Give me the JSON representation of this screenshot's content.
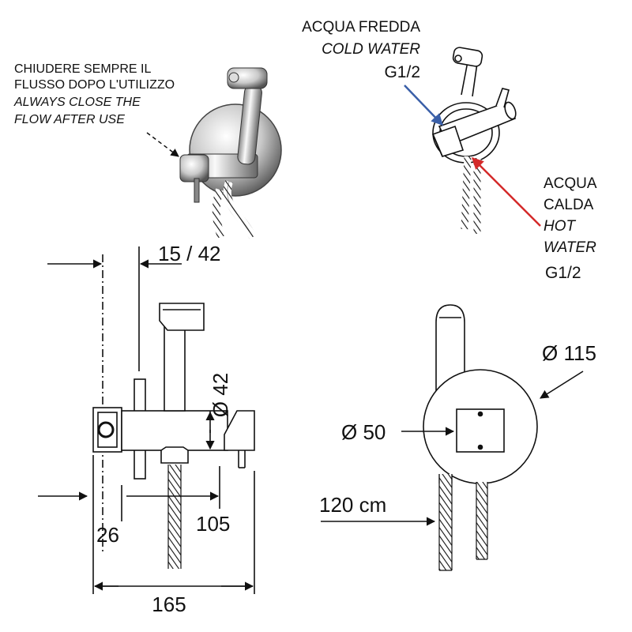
{
  "notes": {
    "close_flow_it_1": "CHIUDERE SEMPRE IL",
    "close_flow_it_2": "FLUSSO DOPO L'UTILIZZO",
    "close_flow_en_1": "ALWAYS CLOSE THE",
    "close_flow_en_2": "FLOW AFTER  USE"
  },
  "cold_water": {
    "it": "ACQUA FREDDA",
    "en": "COLD WATER",
    "thread": "G1/2"
  },
  "hot_water": {
    "it_1": "ACQUA",
    "it_2": "CALDA",
    "en_1": "HOT",
    "en_2": "WATER",
    "thread": "G1/2"
  },
  "dimensions": {
    "projection": "15 / 42",
    "handle_diameter": "Ø 42",
    "wall_offset": "26",
    "spout_length": "105",
    "total_length": "165",
    "plate_diameter": "Ø 115",
    "inner_diameter": "Ø 50",
    "hose_length": "120 cm"
  },
  "colors": {
    "cold_arrow": "#3a5fa8",
    "hot_arrow": "#d42a2a",
    "line": "#111111"
  }
}
